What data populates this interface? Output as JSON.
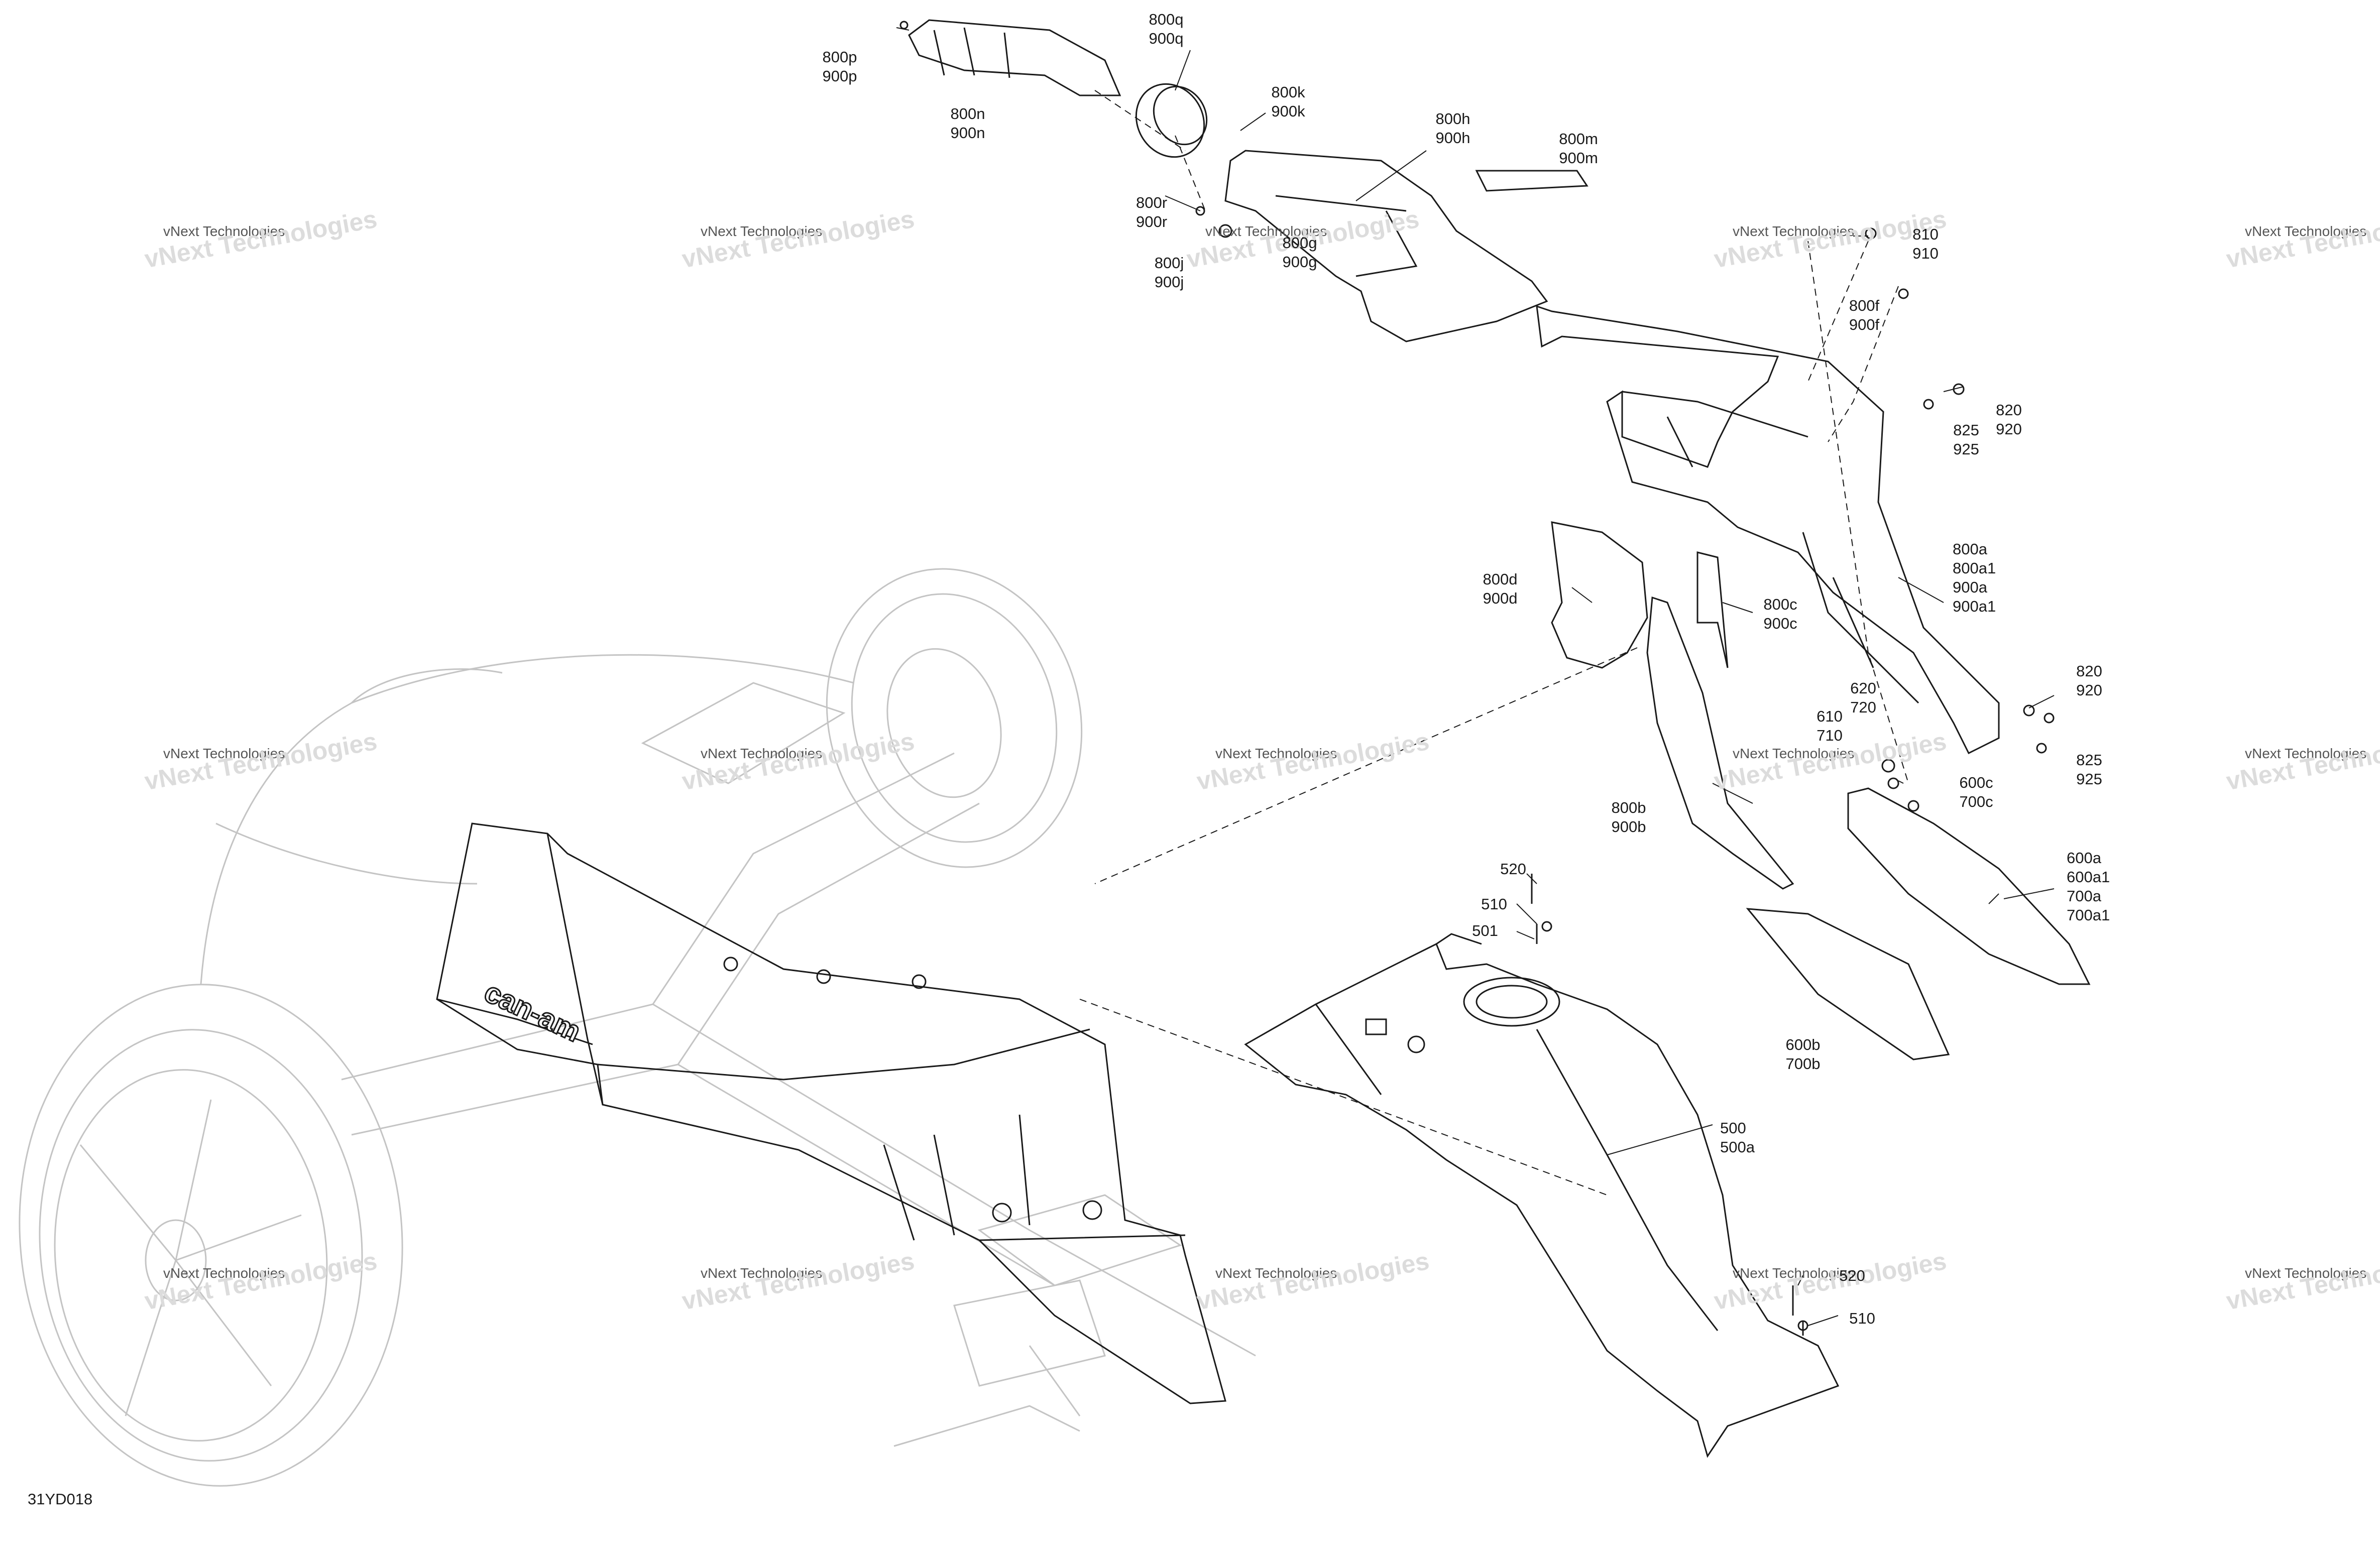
{
  "diagram_code": "31YD018",
  "watermark": {
    "small": "vNext Technologies",
    "large": "Technologies",
    "large_prefix": "vNext"
  },
  "brand_logo": "can-am",
  "callouts": {
    "c800p": [
      "800p",
      "900p"
    ],
    "c800n": [
      "800n",
      "900n"
    ],
    "c800q": [
      "800q",
      "900q"
    ],
    "c800k": [
      "800k",
      "900k"
    ],
    "c800h": [
      "800h",
      "900h"
    ],
    "c800m": [
      "800m",
      "900m"
    ],
    "c800r": [
      "800r",
      "900r"
    ],
    "c800j": [
      "800j",
      "900j"
    ],
    "c800g": [
      "800g",
      "900g"
    ],
    "c810": [
      "810",
      "910"
    ],
    "c800f": [
      "800f",
      "900f"
    ],
    "c820a": [
      "820",
      "920"
    ],
    "c825a": [
      "825",
      "925"
    ],
    "c800a": [
      "800a",
      "800a1",
      "900a",
      "900a1"
    ],
    "c800d": [
      "800d",
      "900d"
    ],
    "c800c": [
      "800c",
      "900c"
    ],
    "c620": [
      "620",
      "720"
    ],
    "c610": [
      "610",
      "710"
    ],
    "c820b": [
      "820",
      "920"
    ],
    "c825b": [
      "825",
      "925"
    ],
    "c600c": [
      "600c",
      "700c"
    ],
    "c800b": [
      "800b",
      "900b"
    ],
    "c600a": [
      "600a",
      "600a1",
      "700a",
      "700a1"
    ],
    "c520a": [
      "520"
    ],
    "c510a": [
      "510"
    ],
    "c501": [
      "501"
    ],
    "c600b": [
      "600b",
      "700b"
    ],
    "c500": [
      "500",
      "500a"
    ],
    "c520b": [
      "520"
    ],
    "c510b": [
      "510"
    ]
  },
  "colors": {
    "line": "#1a1a1a",
    "ghost": "#c4c4c4",
    "watermark": "#dcdcdc"
  }
}
